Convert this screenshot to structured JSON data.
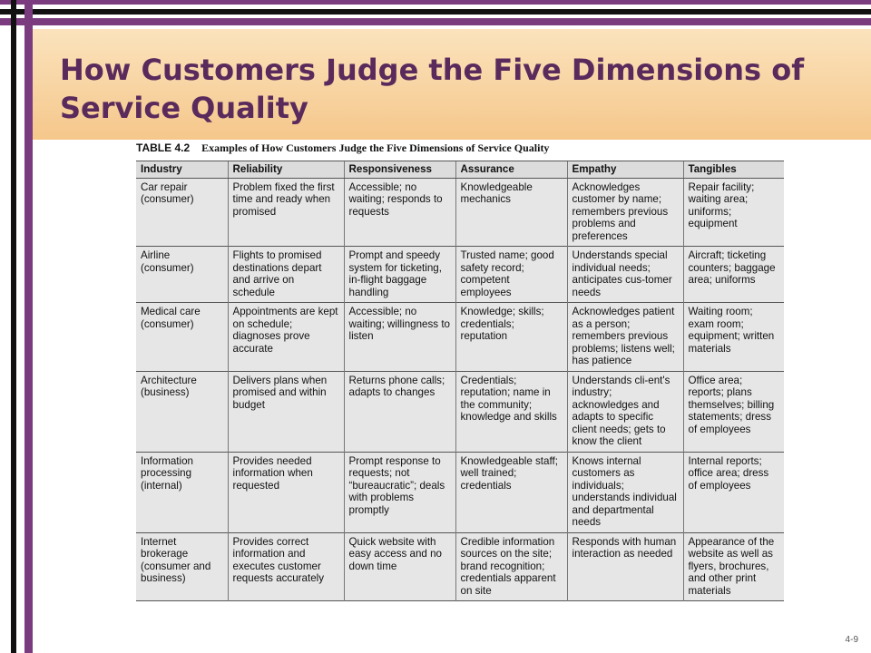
{
  "title": "How Customers Judge the Five Dimensions of Service Quality",
  "table": {
    "number": "TABLE 4.2",
    "caption": "Examples of How Customers Judge the Five Dimensions of Service Quality",
    "headers": [
      "Industry",
      "Reliability",
      "Responsiveness",
      "Assurance",
      "Empathy",
      "Tangibles"
    ],
    "rows": [
      [
        "Car repair (consumer)",
        "Problem fixed the first time and ready when promised",
        "Accessible; no waiting; responds to requests",
        "Knowledgeable mechanics",
        "Acknowledges customer by name; remembers previous problems and preferences",
        "Repair facility; waiting area; uniforms; equipment"
      ],
      [
        "Airline (consumer)",
        "Flights to promised destinations depart and arrive on schedule",
        "Prompt and speedy system for ticketing, in-flight baggage handling",
        "Trusted name; good safety record; competent employees",
        "Understands special individual needs; anticipates cus-tomer needs",
        "Aircraft; ticketing counters; baggage area; uniforms"
      ],
      [
        "Medical care (consumer)",
        "Appointments are kept on schedule; diagnoses prove accurate",
        "Accessible; no waiting; willingness to listen",
        "Knowledge; skills; credentials; reputation",
        "Acknowledges patient as a person; remembers previous problems; listens well; has patience",
        "Waiting room; exam room; equipment; written materials"
      ],
      [
        "Architecture (business)",
        "Delivers plans when promised and within budget",
        "Returns phone calls; adapts to changes",
        "Credentials; reputation; name in the community; knowledge and skills",
        "Understands cli-ent's industry; acknowledges and adapts to specific client needs; gets to know the client",
        "Office area; reports; plans themselves; billing statements; dress of employees"
      ],
      [
        "Information processing (internal)",
        "Provides needed information when requested",
        "Prompt response to requests; not “bureaucratic”; deals with problems promptly",
        "Knowledgeable staff; well trained; credentials",
        "Knows internal customers as individuals; understands individual and departmental needs",
        "Internal reports; office area; dress of employees"
      ],
      [
        "Internet brokerage (consumer and business)",
        "Provides correct information and executes customer requests accurately",
        "Quick website with easy access and no down time",
        "Credible information sources on the site; brand recognition; credentials apparent on site",
        "Responds with human interaction as needed",
        "Appearance of the website as well as flyers, brochures, and other print materials"
      ]
    ]
  },
  "page_number": "4-9",
  "colors": {
    "purple": "#7a3b7f",
    "title_text": "#5a2a5c",
    "title_band": "#f5c78b"
  }
}
